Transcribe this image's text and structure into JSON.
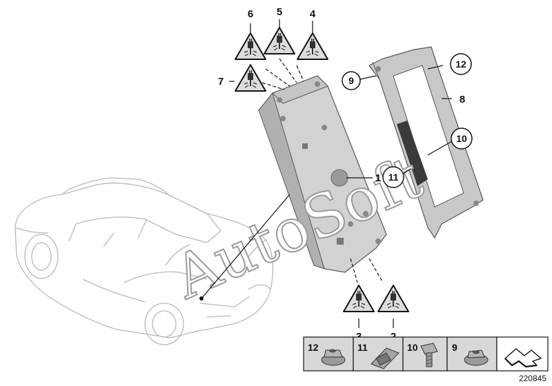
{
  "watermark": "AutoSoft",
  "diagram_number": "220845",
  "callouts": {
    "c1": "1",
    "c2": "2",
    "c3": "3",
    "c4": "4",
    "c5": "5",
    "c6": "6",
    "c7": "7",
    "c8": "8",
    "c9": "9",
    "c10": "10",
    "c11": "11",
    "c12": "12"
  },
  "parts_strip": [
    "12",
    "11",
    "10",
    "9"
  ],
  "icons": {
    "triangle": "plug-warning-triangle-icon",
    "arrow": "return-arrow-icon"
  },
  "colors": {
    "line": "#111111",
    "car_outline": "#b8b8b8",
    "module_fill": "#cfcfcf",
    "triangle_fill": "#dcdcdc",
    "strip_fill": "#d8d8d8"
  }
}
